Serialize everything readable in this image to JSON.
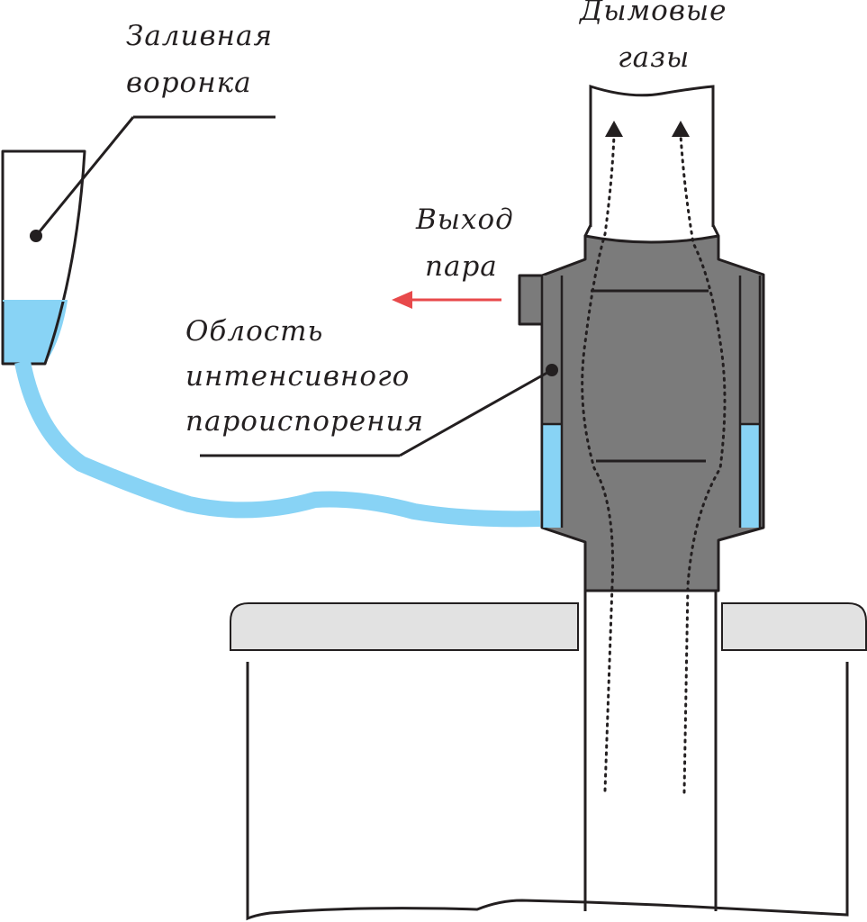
{
  "labels": {
    "funnel_line1": "Заливная",
    "funnel_line2": "воронка",
    "flue_line1": "Дымовые",
    "flue_line2": "газы",
    "steam_line1": "Выход",
    "steam_line2": "пара",
    "zone_line1": "Облость",
    "zone_line2": "интенсивного",
    "zone_line3": "пароиспорения"
  },
  "colors": {
    "water": "#88d3f5",
    "boiler_body": "#7b7b7b",
    "outline": "#231f20",
    "steam_arrow": "#e8494b",
    "stove_top": "#e2e2e2"
  }
}
